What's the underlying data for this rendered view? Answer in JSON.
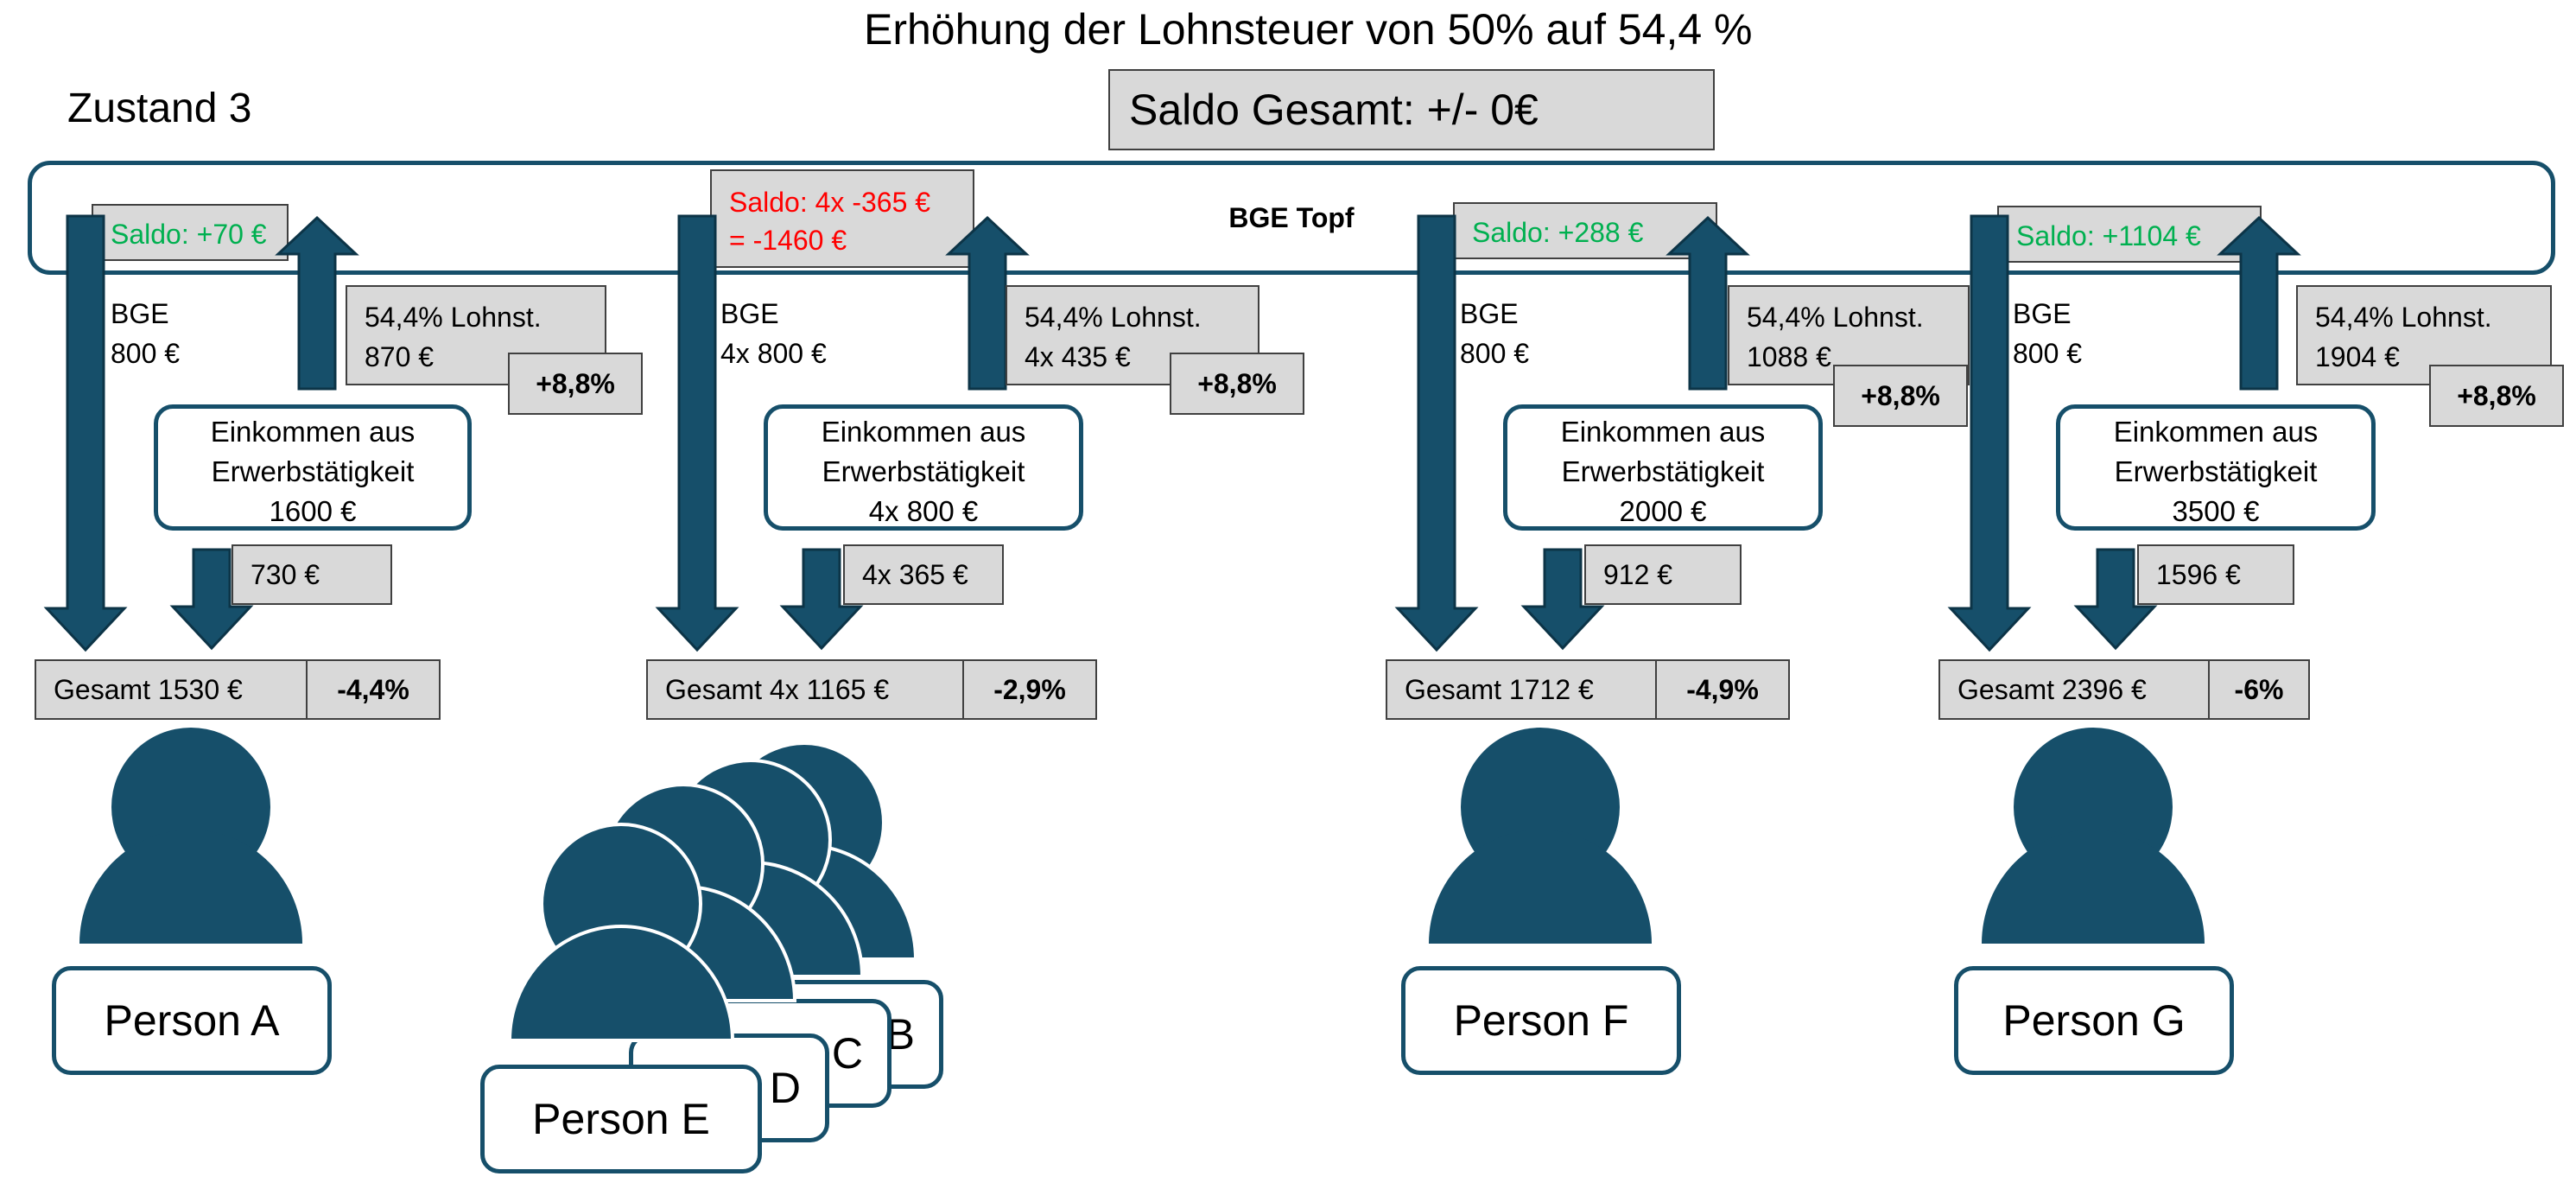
{
  "title": "Erhöhung der Lohnsteuer von 50% auf 54,4 %",
  "state_label": "Zustand 3",
  "saldo_total": "Saldo Gesamt: +/- 0€",
  "pot_label": "BGE Topf",
  "colors": {
    "primary": "#164f6a",
    "box_gray": "#d9d9d9",
    "positive": "#00b050",
    "negative": "#ff0000"
  },
  "groups": [
    {
      "saldo": "Saldo: +70 €",
      "bge": [
        "BGE",
        "800 €"
      ],
      "tax": [
        "54,4% Lohnst.",
        "870 €"
      ],
      "tax_change": "+8,8%",
      "income": [
        "Einkommen aus",
        "Erwerbstätigkeit",
        "1600 €"
      ],
      "net": "730 €",
      "total": "Gesamt 1530 €",
      "total_change": "-4,4%",
      "person": "Person A"
    },
    {
      "saldo": [
        "Saldo: 4x -365 €",
        "= -1460 €"
      ],
      "bge": [
        "BGE",
        "4x 800 €"
      ],
      "tax": [
        "54,4% Lohnst.",
        "4x 435 €"
      ],
      "tax_change": "+8,8%",
      "income": [
        "Einkommen aus",
        "Erwerbstätigkeit",
        "4x 800 €"
      ],
      "net": "4x 365 €",
      "total": "Gesamt 4x 1165 €",
      "total_change": "-2,9%",
      "persons": [
        "B",
        "C",
        "D",
        "Person E"
      ]
    },
    {
      "saldo": "Saldo: +288 €",
      "bge": [
        "BGE",
        "800 €"
      ],
      "tax": [
        "54,4% Lohnst.",
        "1088 €"
      ],
      "tax_change": "+8,8%",
      "income": [
        "Einkommen aus",
        "Erwerbstätigkeit",
        "2000 €"
      ],
      "net": "912 €",
      "total": "Gesamt 1712 €",
      "total_change": "-4,9%",
      "person": "Person F"
    },
    {
      "saldo": "Saldo: +1104 €",
      "bge": [
        "BGE",
        "800 €"
      ],
      "tax": [
        "54,4% Lohnst.",
        "1904 €"
      ],
      "tax_change": "+8,8%",
      "income": [
        "Einkommen aus",
        "Erwerbstätigkeit",
        "3500 €"
      ],
      "net": "1596 €",
      "total": "Gesamt 2396 €",
      "total_change": "-6%",
      "person": "Person G"
    }
  ]
}
